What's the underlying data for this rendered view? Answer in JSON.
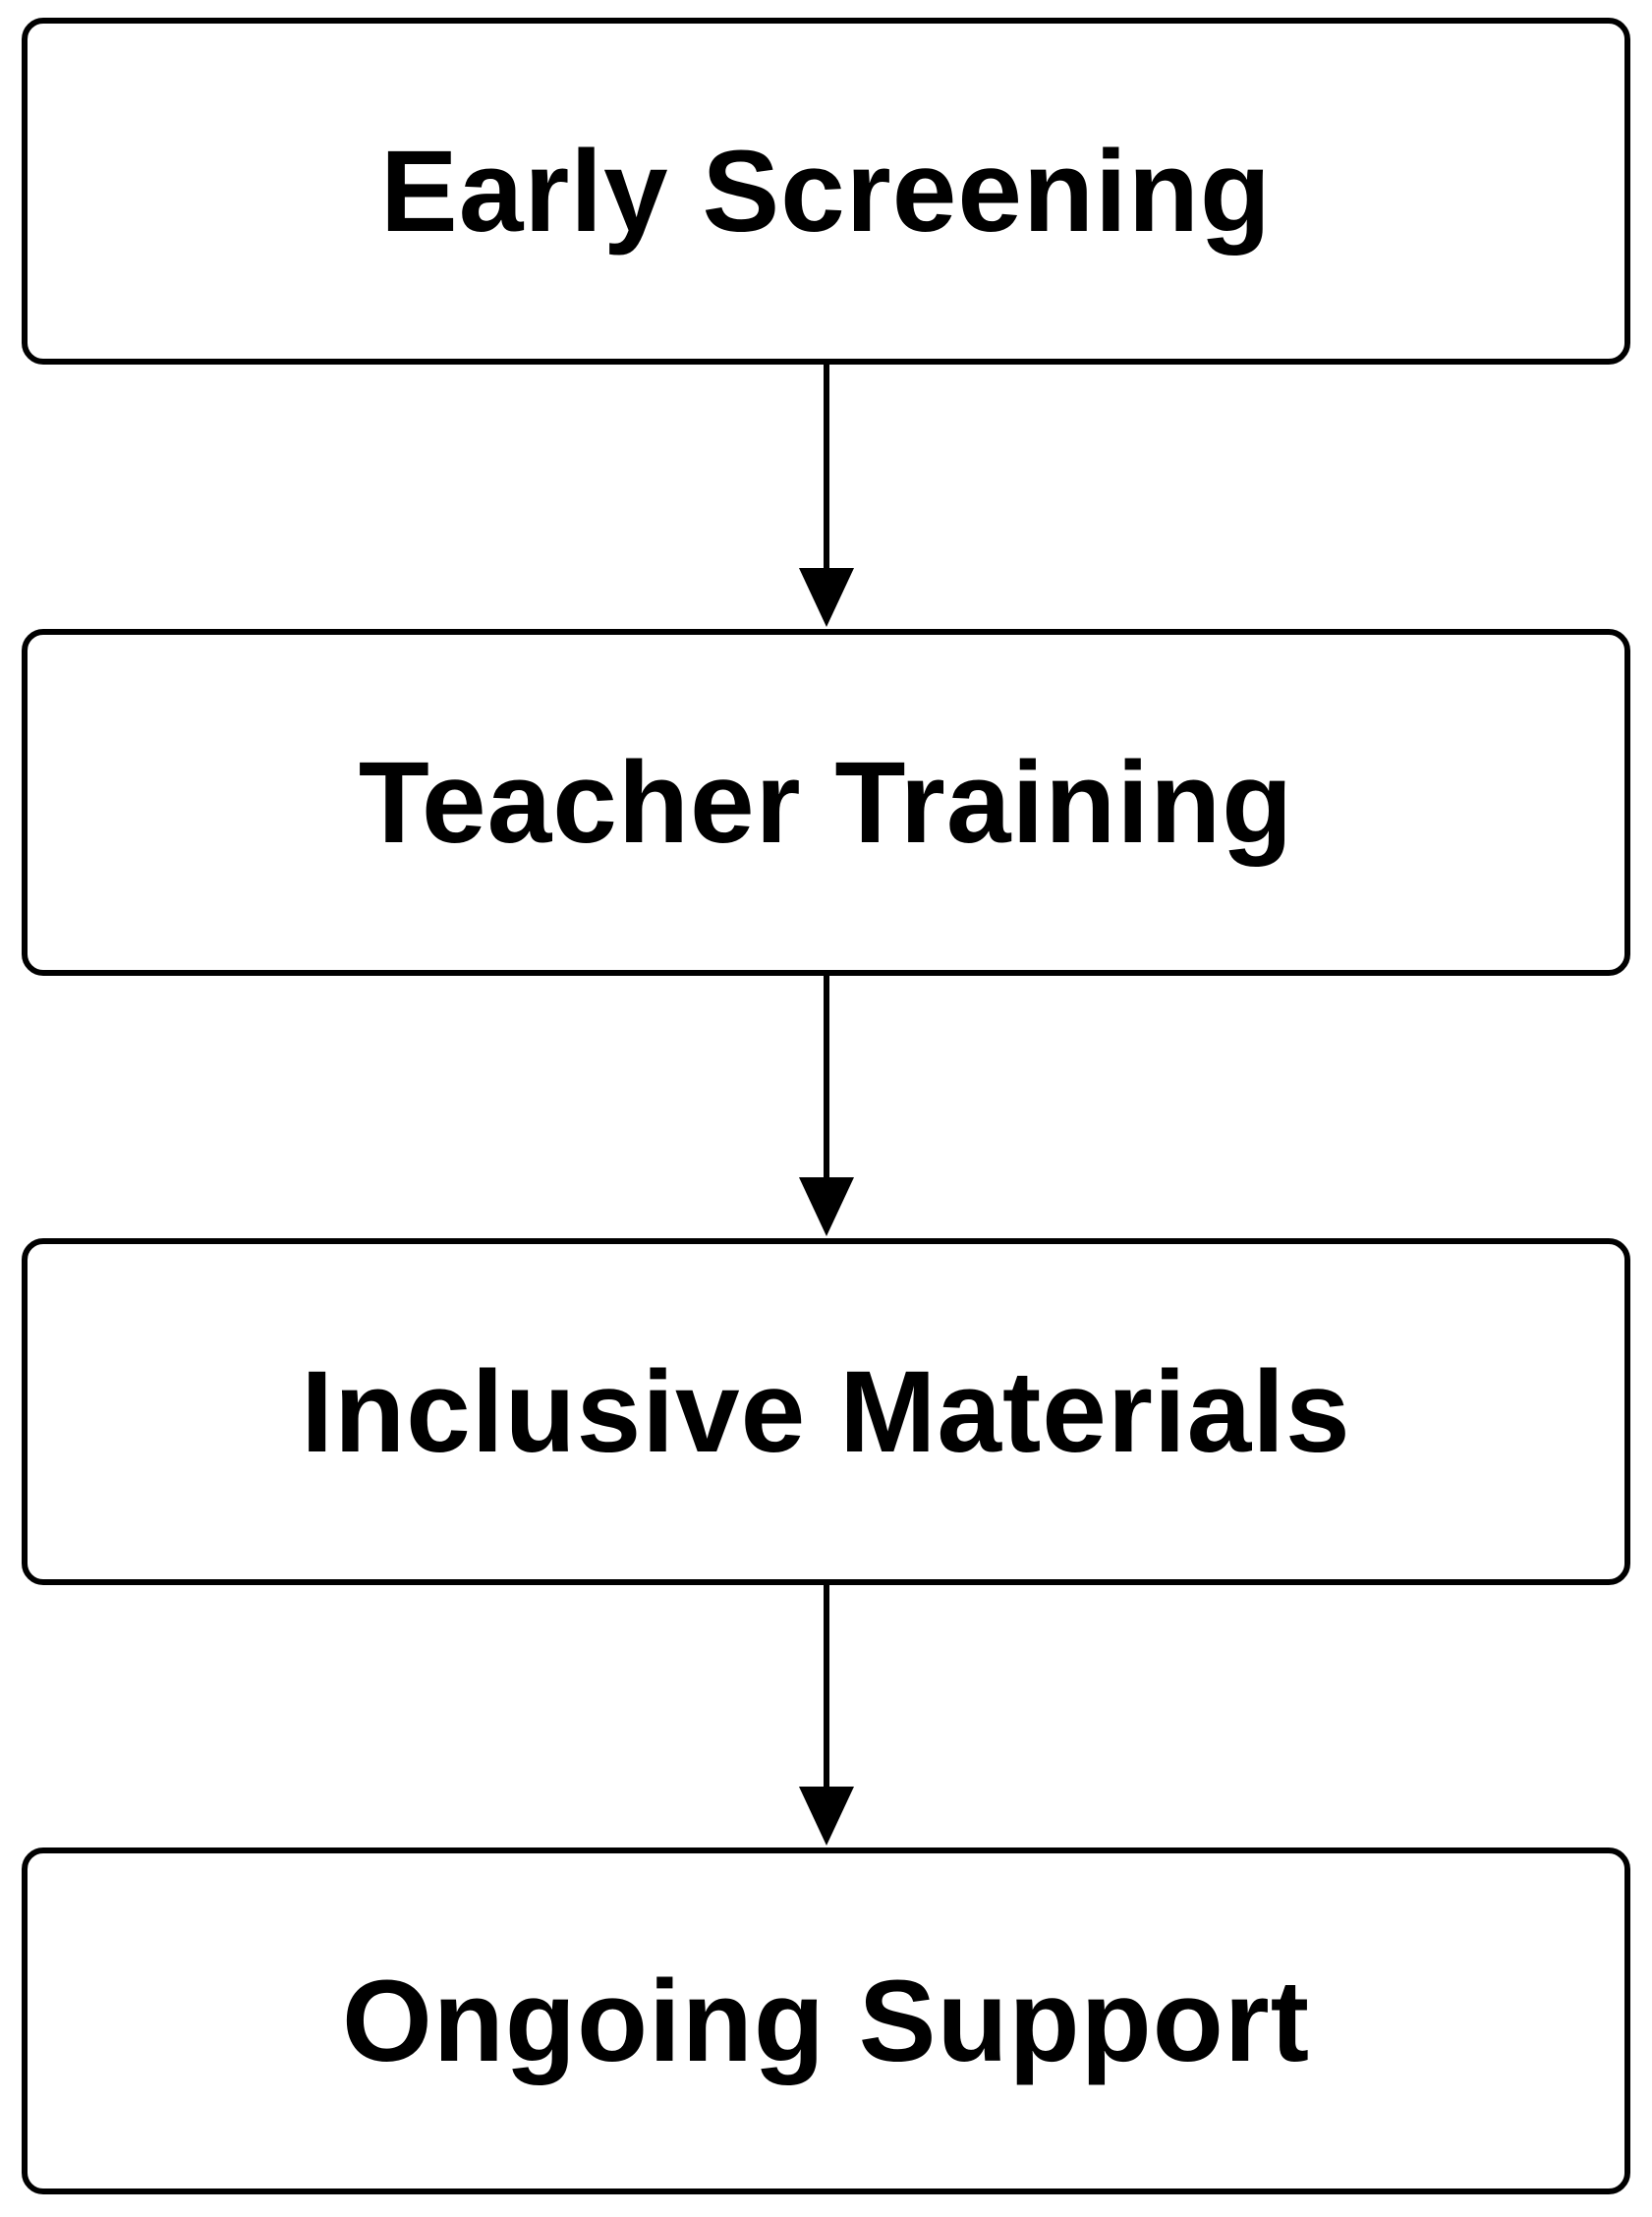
{
  "diagram": {
    "type": "vertical-flowchart",
    "colors": {
      "background": "#ffffff",
      "stroke": "#000000",
      "text": "#000000"
    },
    "steps": [
      {
        "label": "Early Screening"
      },
      {
        "label": "Teacher Training"
      },
      {
        "label": "Inclusive Materials"
      },
      {
        "label": "Ongoing Support"
      }
    ],
    "edges": [
      {
        "from": 0,
        "to": 1
      },
      {
        "from": 1,
        "to": 2
      },
      {
        "from": 2,
        "to": 3
      }
    ]
  }
}
